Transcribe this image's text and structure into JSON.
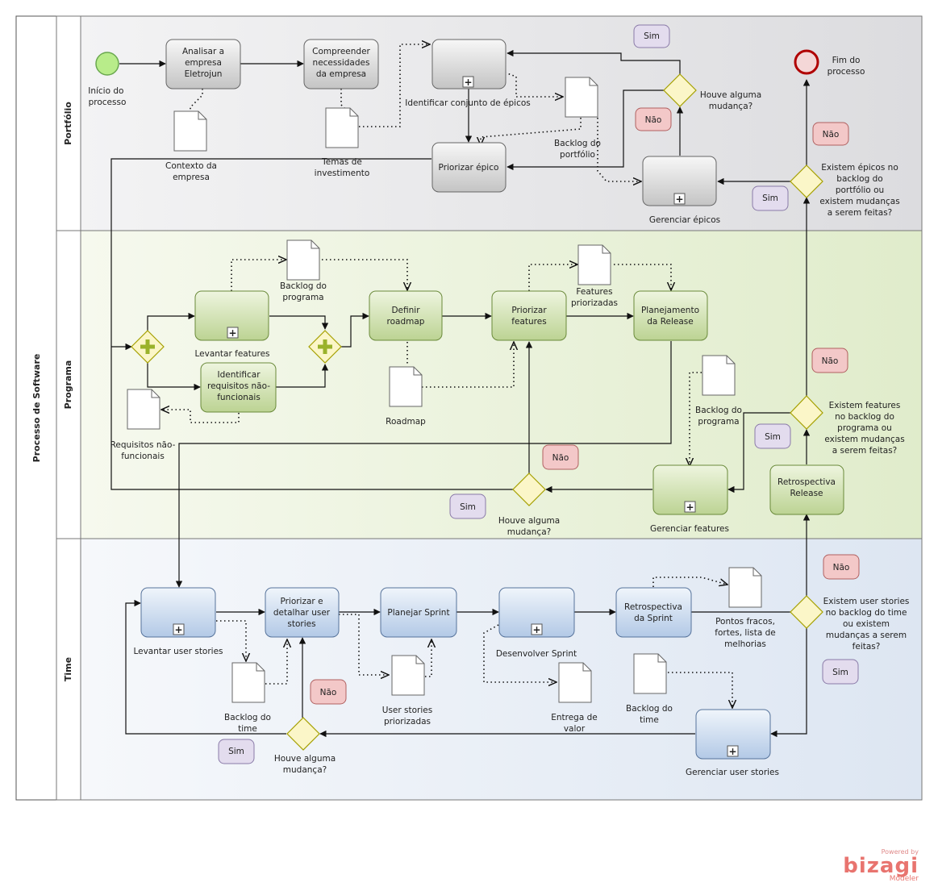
{
  "pool": {
    "title": "Processo de Software"
  },
  "lanes": {
    "portfolio": "Portfólio",
    "programa": "Programa",
    "time": "Time"
  },
  "events": {
    "start": "Início do processo",
    "end": "Fim do processo"
  },
  "tasks": {
    "analisar": "Analisar a empresa Eletrojun",
    "compreender": "Compreender necessidades da empresa",
    "identificar_epicos": "Identificar conjunto de épicos",
    "priorizar_epico": "Priorizar épico",
    "gerenciar_epicos": "Gerenciar épicos",
    "levantar_features": "Levantar features",
    "identificar_req": "Identificar requisitos não-funcionais",
    "definir_roadmap": "Definir roadmap",
    "priorizar_features": "Priorizar features",
    "planejamento_release": "Planejamento da Release",
    "gerenciar_features": "Gerenciar features",
    "retrospectiva_release": "Retrospectiva Release",
    "levantar_us": "Levantar user stories",
    "priorizar_detalhar": "Priorizar e detalhar user stories",
    "planejar_sprint": "Planejar Sprint",
    "desenvolver_sprint": "Desenvolver Sprint",
    "retrospectiva_sprint": "Retrospectiva da Sprint",
    "gerenciar_us": "Gerenciar user stories"
  },
  "artifacts": {
    "contexto": "Contexto da empresa",
    "temas": "Temas de investimento",
    "backlog_portfolio": "Backlog do portfólio",
    "backlog_programa_1": "Backlog do programa",
    "features_priorizadas": "Features priorizadas",
    "roadmap": "Roadmap",
    "requisitos": "Requisitos não-funcionais",
    "backlog_programa_2": "Backlog do programa",
    "backlog_time_1": "Backlog do time",
    "us_priorizadas": "User stories priorizadas",
    "entrega_valor": "Entrega de valor",
    "backlog_time_2": "Backlog do time",
    "pontos_fracos": "Pontos fracos, fortes, lista de melhorias"
  },
  "gateways": {
    "mudanca_portfolio": "Houve alguma mudança?",
    "epicos_backlog": "Existem épicos no backlog do portfólio ou existem mudanças a serem feitas?",
    "mudanca_programa": "Houve alguma mudança?",
    "features_backlog": "Existem features no backlog do programa ou existem mudanças a serem feitas?",
    "mudanca_time": "Houve alguma mudança?",
    "us_backlog": "Existem user stories no backlog do time ou existem mudanças a serem feitas?"
  },
  "labels": {
    "sim": "Sim",
    "nao": "Não"
  },
  "branding": {
    "powered": "Powered by",
    "name": "bizagi",
    "product": "Modeler"
  },
  "colors": {
    "portfolio_lane": "#e6e6e8",
    "programa_lane": "#eaf1d9",
    "time_lane": "#e8eef6",
    "task_gray": "#cfcfcf",
    "task_green": "#c9dca6",
    "task_blue": "#c3d4ea",
    "gateway": "#fbf6c8",
    "gateway_stroke": "#a5a000",
    "start": "#b8ec8a",
    "end": "#c00000",
    "sim_badge": "#e3dcee",
    "nao_badge": "#f3c8c8"
  }
}
